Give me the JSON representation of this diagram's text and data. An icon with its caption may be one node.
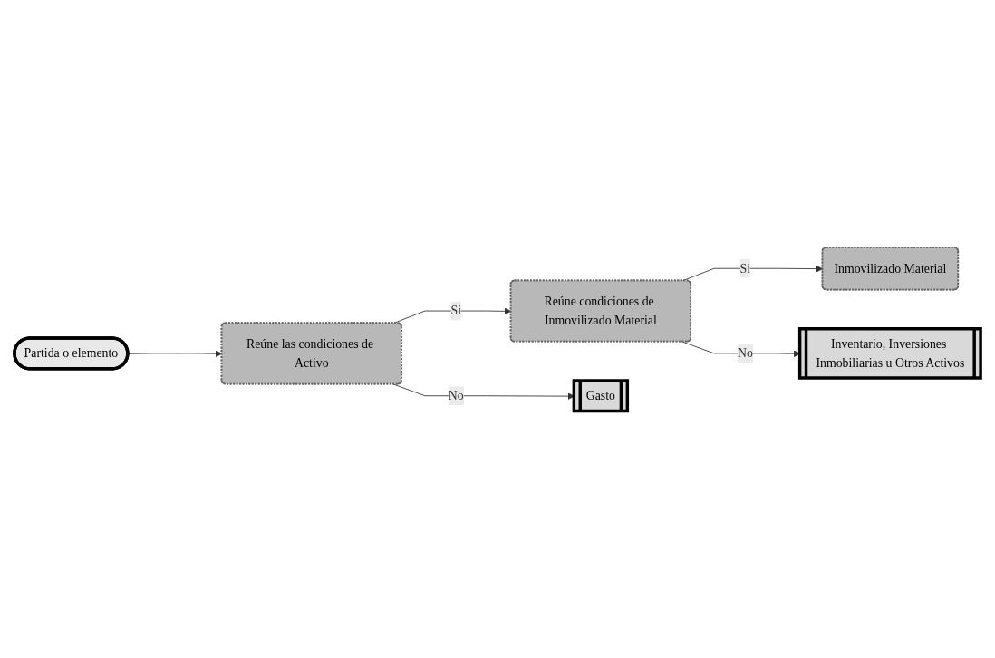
{
  "diagram": {
    "nodes": [
      {
        "text": [
          "Partida o elemento"
        ]
      },
      {
        "text": [
          "Reúne las condiciones de Activo"
        ]
      },
      {
        "text": [
          "Reúne condiciones de Inmovilizado Material"
        ]
      },
      {
        "text": [
          "Inmovilizado Material"
        ]
      },
      {
        "text": [
          "Gasto"
        ]
      },
      {
        "text": [
          "Inventario, Inversiones Inmobiliarias u Otros Activos"
        ]
      }
    ],
    "edges": [
      {
        "from": 0,
        "to": 1,
        "arrow": "to"
      },
      {
        "from": 1,
        "to": 2,
        "arrow": "to",
        "label": "Si"
      },
      {
        "from": 2,
        "to": 3,
        "arrow": "to",
        "label": "Si"
      },
      {
        "from": 1,
        "to": 4,
        "arrow": "to",
        "label": "No"
      },
      {
        "from": 2,
        "to": 5,
        "arrow": "to",
        "label": "No"
      }
    ]
  }
}
